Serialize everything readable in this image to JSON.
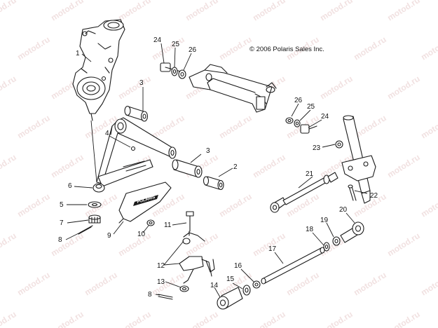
{
  "copyright": "© 2006 Polaris Sales Inc.",
  "guard_logo": "POLARIS",
  "watermark_text": "motod.ru",
  "colors": {
    "line": "#1a1a1a",
    "watermark": "#e6c9c9",
    "background": "#ffffff"
  },
  "callouts": {
    "c1": "1",
    "c2": "2",
    "c3a": "3",
    "c3b": "3",
    "c4": "4",
    "c5": "5",
    "c6": "6",
    "c7": "7",
    "c8a": "8",
    "c8b": "8",
    "c9": "9",
    "c10": "10",
    "c11": "11",
    "c12": "12",
    "c13": "13",
    "c14": "14",
    "c15": "15",
    "c16": "16",
    "c17": "17",
    "c18": "18",
    "c19": "19",
    "c20": "20",
    "c21": "21",
    "c22": "22",
    "c23": "23",
    "c24a": "24",
    "c25a": "25",
    "c26a": "26",
    "c24b": "24",
    "c25b": "25",
    "c26b": "26"
  }
}
